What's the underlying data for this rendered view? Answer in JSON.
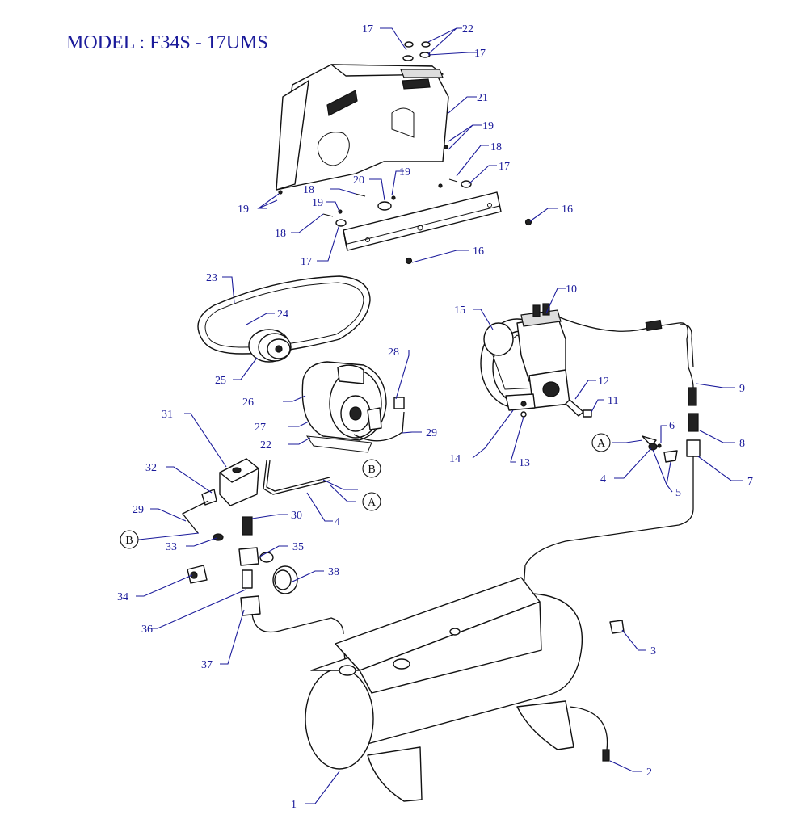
{
  "title": "MODEL : F34S - 17UMS",
  "callouts": [
    "1",
    "2",
    "3",
    "4",
    "4",
    "5",
    "6",
    "7",
    "8",
    "9",
    "10",
    "11",
    "12",
    "13",
    "14",
    "15",
    "16",
    "16",
    "17",
    "17",
    "17",
    "17",
    "18",
    "18",
    "18",
    "19",
    "19",
    "19",
    "19",
    "20",
    "21",
    "22",
    "22",
    "23",
    "24",
    "25",
    "26",
    "27",
    "28",
    "29",
    "29",
    "30",
    "31",
    "32",
    "33",
    "34",
    "35",
    "36",
    "37",
    "38"
  ],
  "reference_markers": [
    "A",
    "A",
    "B",
    "B"
  ],
  "colors": {
    "callout": "#1a1a9a",
    "line": "#111111"
  }
}
